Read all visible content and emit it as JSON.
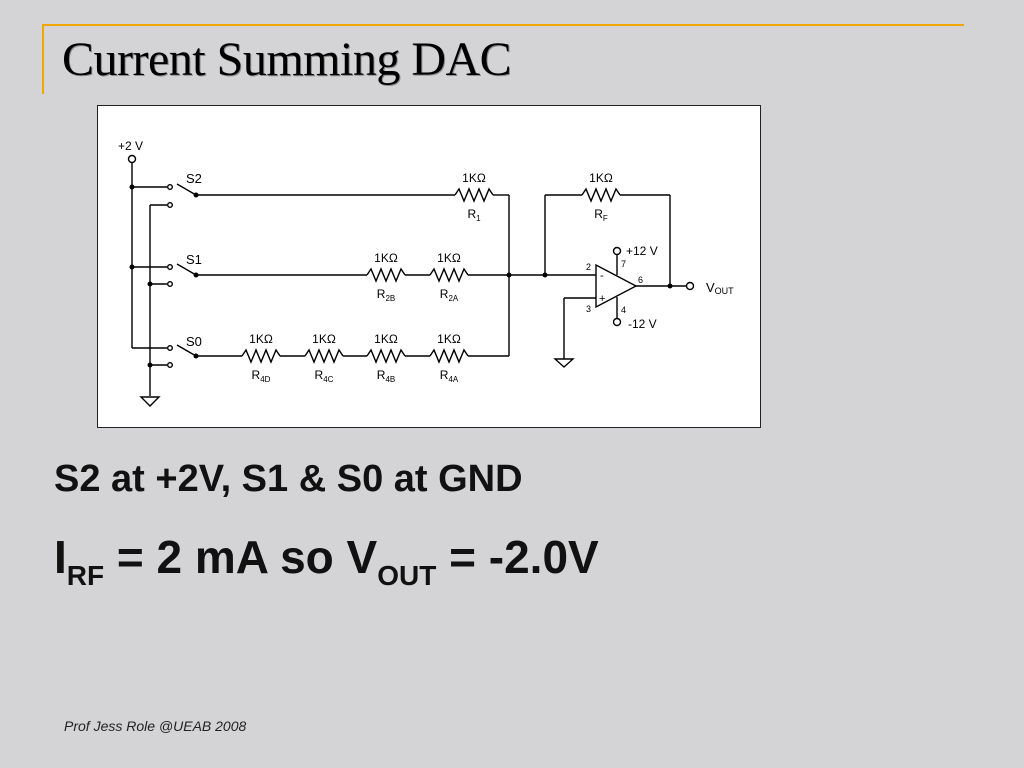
{
  "slide": {
    "title": "Current Summing DAC",
    "caption": "S2 at +2V, S1 & S0 at GND",
    "equation": {
      "i_main": "I",
      "i_sub": "RF",
      "part1": " = 2 mA so V",
      "v_sub": "OUT",
      "part2": " = -2.0V"
    },
    "footer": "Prof Jess Role @UEAB 2008"
  },
  "circuit": {
    "supply_label": "+2 V",
    "switches": {
      "s2": "S2",
      "s1": "S1",
      "s0": "S0"
    },
    "resistors": {
      "r1": {
        "value": "1KΩ",
        "name": "R",
        "sub": "1"
      },
      "rf": {
        "value": "1KΩ",
        "name": "R",
        "sub": "F"
      },
      "r2b": {
        "value": "1KΩ",
        "name": "R",
        "sub": "2B"
      },
      "r2a": {
        "value": "1KΩ",
        "name": "R",
        "sub": "2A"
      },
      "r4d": {
        "value": "1KΩ",
        "name": "R",
        "sub": "4D"
      },
      "r4c": {
        "value": "1KΩ",
        "name": "R",
        "sub": "4C"
      },
      "r4b": {
        "value": "1KΩ",
        "name": "R",
        "sub": "4B"
      },
      "r4a": {
        "value": "1KΩ",
        "name": "R",
        "sub": "4A"
      }
    },
    "opamp": {
      "pos_supply": "+12 V",
      "neg_supply": "-12 V",
      "pin_inv": "2",
      "pin_noninv": "3",
      "pin_vpos": "7",
      "pin_vneg": "4",
      "pin_out": "6",
      "minus_sign": "-",
      "plus_sign": "+"
    },
    "output": {
      "name": "V",
      "sub": "OUT"
    }
  }
}
